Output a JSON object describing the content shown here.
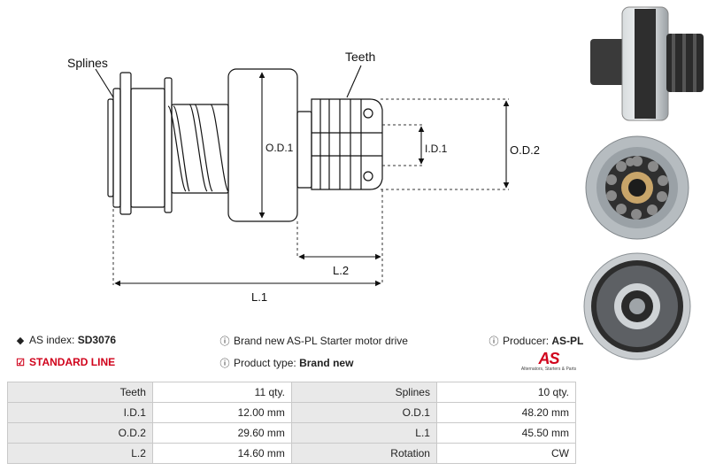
{
  "diagram": {
    "labels": {
      "splines": "Splines",
      "teeth": "Teeth",
      "od1": "O.D.1",
      "id1": "I.D.1",
      "od2": "O.D.2",
      "l2": "L.2",
      "l1": "L.1"
    }
  },
  "info": {
    "index_label": "AS index:",
    "index_value": "SD3076",
    "standard_line": "STANDARD LINE",
    "description": "Brand new AS-PL Starter motor drive",
    "product_type_label": "Product type:",
    "product_type_value": "Brand new",
    "producer_label": "Producer:",
    "producer_value": "AS-PL"
  },
  "logo": {
    "mark": "AS",
    "tagline": "Alternators, Starters & Parts"
  },
  "specs": [
    {
      "label1": "Teeth",
      "value1": "11 qty.",
      "label2": "Splines",
      "value2": "10 qty."
    },
    {
      "label1": "I.D.1",
      "value1": "12.00 mm",
      "label2": "O.D.1",
      "value2": "48.20 mm"
    },
    {
      "label1": "O.D.2",
      "value1": "29.60 mm",
      "label2": "L.1",
      "value2": "45.50 mm"
    },
    {
      "label1": "L.2",
      "value1": "14.60 mm",
      "label2": "Rotation",
      "value2": "CW"
    }
  ],
  "colors": {
    "accent": "#d0021b",
    "table_label_bg": "#e9e9e9",
    "table_border": "#c9c9c9"
  }
}
